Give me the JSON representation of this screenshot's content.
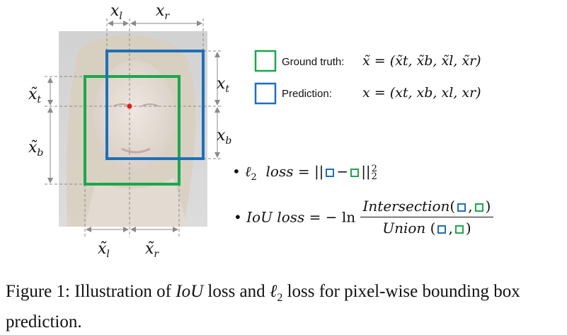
{
  "figure": {
    "colors": {
      "ground_truth": "#1aa84b",
      "prediction": "#1f6fb8",
      "center_point": "#e01b1b",
      "guide": "#8a8a8a"
    },
    "top_labels": {
      "x_l": "x",
      "x_l_sub": "l",
      "x_r": "x",
      "x_r_sub": "r"
    },
    "right_labels": {
      "x_t": "x",
      "x_t_sub": "t",
      "x_b": "x",
      "x_b_sub": "b"
    },
    "left_labels": {
      "xt_tilde": "x̃",
      "xt_tilde_sub": "t",
      "xb_tilde": "x̃",
      "xb_tilde_sub": "b"
    },
    "bottom_labels": {
      "xl_tilde": "x̃",
      "xl_tilde_sub": "l",
      "xr_tilde": "x̃",
      "xr_tilde_sub": "r"
    }
  },
  "legend": {
    "ground_truth_label": "Ground truth:",
    "ground_truth_formula": "x̃ = (x̃t, x̃b, x̃l, x̃r)",
    "prediction_label": "Prediction:",
    "prediction_formula": "x = (xt, xb, xl, xr)"
  },
  "losses": {
    "bullet": "•",
    "l2_symbol": "ℓ",
    "l2_sub": "2",
    "l2_word": "loss",
    "l2_eq": "= ||",
    "l2_minus": "−",
    "l2_norm_close": "||",
    "l2_sup": "2",
    "l2_subscript": "2",
    "iou_name": "IoU loss",
    "iou_eq": "= − ln",
    "numerator": "Intersection",
    "denominator": "Union",
    "paren_open": "(",
    "comma": ",",
    "paren_close": ")"
  },
  "caption": {
    "prefix": "Figure 1: Illustration of ",
    "iou": "IoU",
    "middle": " loss and ",
    "l2": "ℓ",
    "l2_sub": "2",
    "suffix": " loss for pixel-wise bounding box prediction."
  }
}
